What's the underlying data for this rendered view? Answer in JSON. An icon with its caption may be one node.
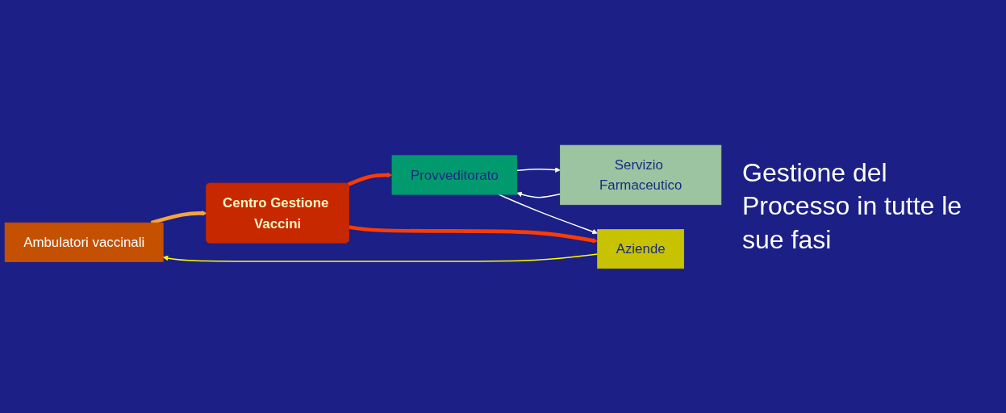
{
  "diagram": {
    "nodes": [
      {
        "text": [
          "Ambulatori vaccinali"
        ]
      },
      {
        "text": [
          "Servizio Farmaceutico"
        ]
      },
      {
        "text": [
          "Provveditorato"
        ]
      },
      {
        "text": [
          "Aziende"
        ]
      },
      {
        "text": [
          "Centro Gestione Vaccini"
        ]
      }
    ],
    "edges": [
      {
        "from": 0,
        "to": 4,
        "arrow": "to",
        "style": "thick",
        "color": "#f5a53c"
      },
      {
        "from": 1,
        "to": 2,
        "arrow": "to"
      },
      {
        "from": 2,
        "to": 1,
        "arrow": "to"
      },
      {
        "from": 4,
        "to": 2,
        "arrow": "to",
        "style": "thick",
        "color": "#ff3c00"
      },
      {
        "from": 2,
        "to": 3,
        "arrow": "to"
      },
      {
        "from": 4,
        "to": 3,
        "arrow": "to",
        "style": "thick",
        "color": "#ff3c00"
      },
      {
        "from": 3,
        "to": 0,
        "arrow": "to",
        "color": "#ffff00"
      }
    ],
    "labels": [
      "Gestione del Processo in tutte le sue fasi"
    ]
  }
}
